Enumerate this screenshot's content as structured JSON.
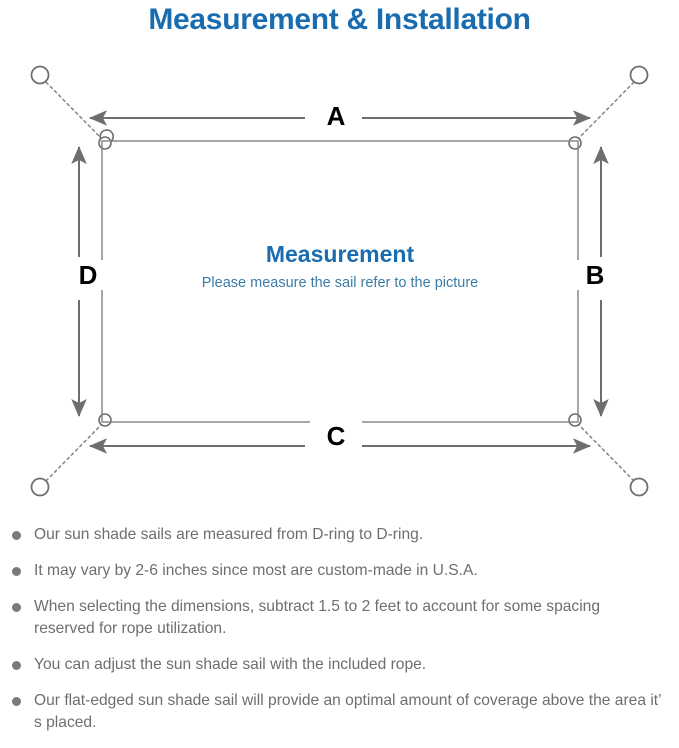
{
  "page": {
    "title": "Measurement & Installation",
    "title_color": "#1a6cb0",
    "background": "#ffffff"
  },
  "diagram": {
    "name": "sun-shade-sail-measurement-diagram",
    "sail": {
      "heading": "Measurement",
      "subheading": "Please measure the sail refer to the picture",
      "heading_color": "#1a6cb0",
      "subheading_color": "#3a7ca8",
      "outline_color": "#8a8a8a"
    },
    "dimension_labels": [
      {
        "id": "A",
        "label": "A",
        "edge": "top",
        "orientation": "horizontal"
      },
      {
        "id": "B",
        "label": "B",
        "edge": "right",
        "orientation": "vertical"
      },
      {
        "id": "C",
        "label": "C",
        "edge": "bottom",
        "orientation": "horizontal"
      },
      {
        "id": "D",
        "label": "D",
        "edge": "left",
        "orientation": "vertical"
      }
    ],
    "arrow_color": "#6e6e6e",
    "rope_line_color": "#8a8a8a",
    "rope_line_style": "dotted",
    "anchor_points": [
      {
        "id": "top-left",
        "shape": "circle-outline"
      },
      {
        "id": "top-right",
        "shape": "circle-outline"
      },
      {
        "id": "bottom-left",
        "shape": "circle-outline"
      },
      {
        "id": "bottom-right",
        "shape": "circle-outline"
      }
    ],
    "d_rings": [
      {
        "id": "d-ring-top-left"
      },
      {
        "id": "d-ring-top-right"
      },
      {
        "id": "d-ring-bottom-left"
      },
      {
        "id": "d-ring-bottom-right"
      }
    ]
  },
  "notes": {
    "bullet_color": "#7a7a7a",
    "text_color": "#6e6e6e",
    "items": [
      "Our sun shade sails are measured from D-ring to D-ring.",
      "It may vary by 2-6 inches since most are custom-made in U.S.A.",
      "When selecting the dimensions, subtract 1.5 to 2 feet to account for some spacing reserved for rope utilization.",
      "You can adjust the sun shade sail with the included rope.",
      "Our flat-edged sun shade sail will provide an optimal amount of coverage above the area it’ s placed."
    ]
  }
}
